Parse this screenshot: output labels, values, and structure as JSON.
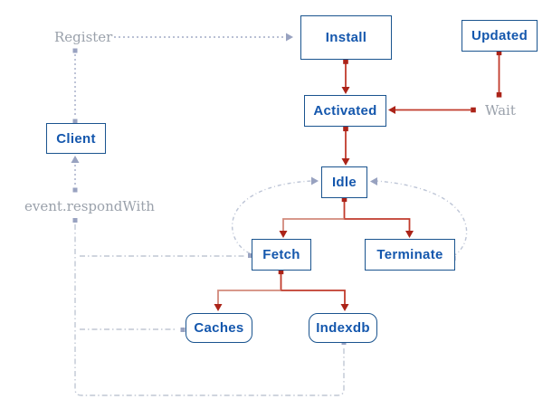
{
  "diagram": {
    "nodes": {
      "install": {
        "label": "Install"
      },
      "updated": {
        "label": "Updated"
      },
      "activated": {
        "label": "Activated"
      },
      "idle": {
        "label": "Idle"
      },
      "fetch": {
        "label": "Fetch"
      },
      "terminate": {
        "label": "Terminate"
      },
      "caches": {
        "label": "Caches"
      },
      "indexdb": {
        "label": "Indexdb"
      },
      "client": {
        "label": "Client"
      }
    },
    "edge_labels": {
      "register": "Register",
      "wait": "Wait",
      "respond_with": "event.respondWith"
    },
    "edges": [
      {
        "from": "client",
        "to": "install",
        "label": "Register",
        "style": "gray-dashed"
      },
      {
        "from": "install",
        "to": "activated",
        "label": "",
        "style": "red"
      },
      {
        "from": "updated",
        "to": "activated",
        "label": "Wait",
        "style": "red"
      },
      {
        "from": "activated",
        "to": "idle",
        "label": "",
        "style": "red"
      },
      {
        "from": "idle",
        "to": "fetch",
        "label": "",
        "style": "red"
      },
      {
        "from": "idle",
        "to": "terminate",
        "label": "",
        "style": "red"
      },
      {
        "from": "fetch",
        "to": "caches",
        "label": "",
        "style": "red"
      },
      {
        "from": "fetch",
        "to": "indexdb",
        "label": "",
        "style": "red"
      },
      {
        "from": "fetch",
        "to": "idle",
        "label": "",
        "style": "gray-curve"
      },
      {
        "from": "terminate",
        "to": "idle",
        "label": "",
        "style": "gray-curve"
      },
      {
        "from": "fetch",
        "to": "client",
        "label": "event.respondWith",
        "style": "gray-dashdot"
      },
      {
        "from": "caches",
        "to": "client",
        "label": "event.respondWith",
        "style": "gray-dashdot"
      },
      {
        "from": "indexdb",
        "to": "client",
        "label": "event.respondWith",
        "style": "gray-dashdot"
      }
    ],
    "colors": {
      "background": "#ffffff",
      "node_border": "#1a548f",
      "node_text": "#1457ad",
      "edge_red": "#c13b2c",
      "edge_red_light": "#d2897b",
      "edge_red_marker": "#ab2318",
      "edge_gray": "#a2abc6",
      "edge_gray_light": "#c0c7d4",
      "edge_gray_curve": "#bdc5d6",
      "edge_gray_marker": "#98a2c0",
      "label_text": "#9aa1ab"
    }
  }
}
